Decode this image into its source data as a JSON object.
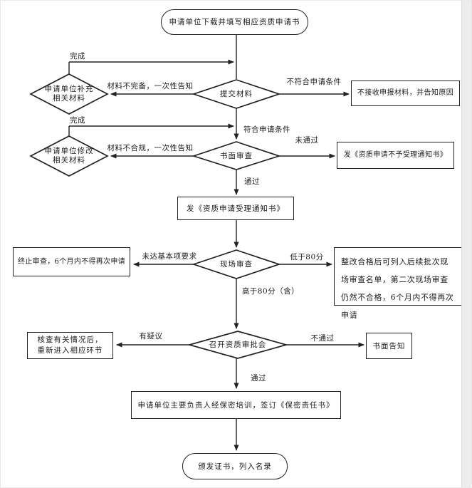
{
  "page": {
    "background": "#ffffff",
    "line_color": "#222222",
    "type": "flowchart"
  },
  "nodes": {
    "start": {
      "label": "申请单位下载并填写相应资质申请书"
    },
    "submit": {
      "label": "提交材料"
    },
    "supplement": {
      "line1": "申请单位补充",
      "line2": "相关材料"
    },
    "reject": {
      "label": "不接收申报材料，并告知原因"
    },
    "written_review": {
      "label": "书面审查"
    },
    "modify": {
      "line1": "申请单位修改",
      "line2": "相关材料"
    },
    "not_accept_notice": {
      "label": "发《资质申请不予受理通知书》"
    },
    "accept_notice": {
      "label": "发《资质申请受理通知书》"
    },
    "onsite_review": {
      "label": "现场审查"
    },
    "terminate": {
      "label": "终止审查，6个月内不得再次申请"
    },
    "rectify": {
      "label": "整改合格后可列入后续批次现场审查名单，第二次现场审查仍然不合格，6个月内不得再次申请"
    },
    "approval_meeting": {
      "label": "召开资质审批会"
    },
    "verify": {
      "line1": "核查有关情况后，",
      "line2": "重新进入相应环节"
    },
    "written_notice": {
      "label": "书面告知"
    },
    "training": {
      "label": "申请单位主要负责人经保密培训，签订《保密责任书》"
    },
    "end": {
      "label": "颁发证书，列入名录"
    }
  },
  "edge_labels": {
    "done1": "完成",
    "incomplete": "材料不完备，一次性告知",
    "not_meet": "不符合申请条件",
    "meet": "符合申请条件",
    "done2": "完成",
    "noncompliant": "材料不合规，一次性告知",
    "not_pass_written": "未通过",
    "pass_written": "通过",
    "below_basic": "未达基本项要求",
    "below_80": "低于80分",
    "above_80": "高于80分（含）",
    "dispute": "有疑议",
    "not_pass_meeting": "不通过",
    "pass_meeting": "通过"
  }
}
